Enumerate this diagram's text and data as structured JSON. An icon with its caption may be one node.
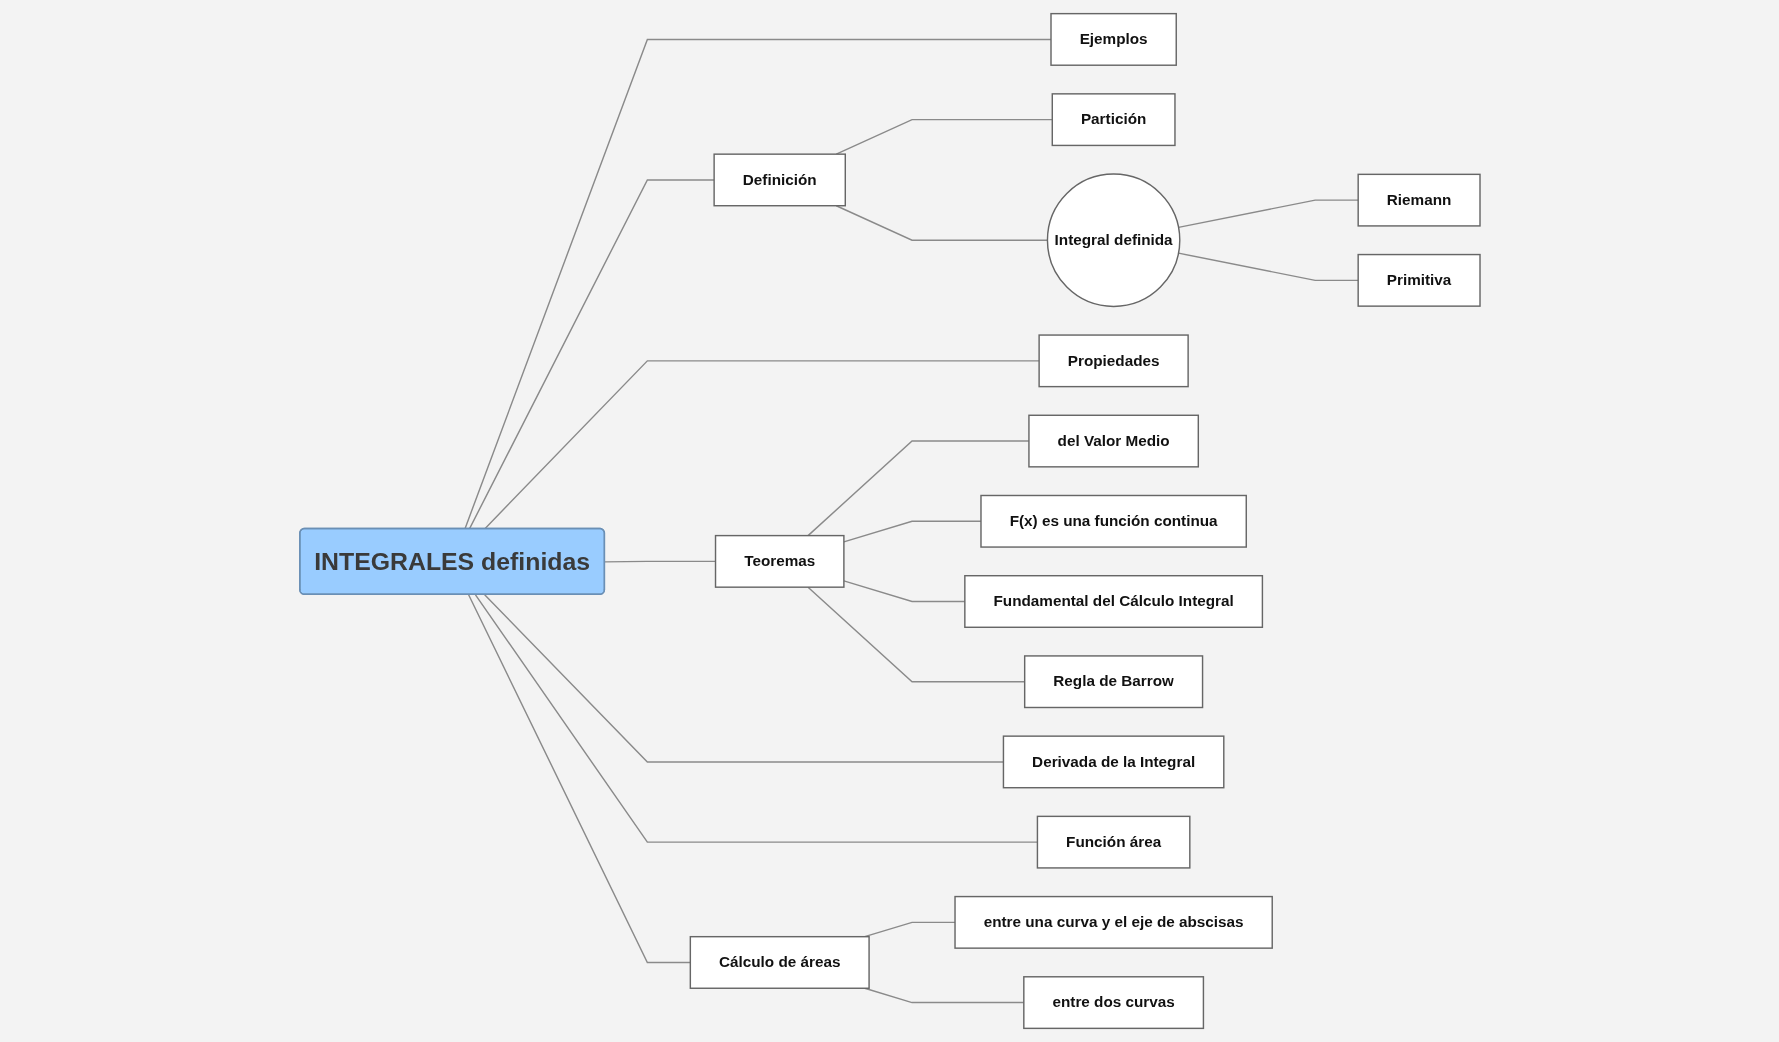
{
  "diagram": {
    "nodes": [
      {
        "text": [
          "INTEGRALES definidas"
        ]
      },
      {
        "text": [
          "Ejemplos"
        ]
      },
      {
        "text": [
          "Definición"
        ]
      },
      {
        "text": [
          "Partición"
        ]
      },
      {
        "text": [
          "Integral definida"
        ]
      },
      {
        "text": [
          "Riemann"
        ]
      },
      {
        "text": [
          "Primitiva"
        ]
      },
      {
        "text": [
          "Propiedades"
        ]
      },
      {
        "text": [
          "Teoremas"
        ]
      },
      {
        "text": [
          "del Valor Medio"
        ]
      },
      {
        "text": [
          "F(x) es una función continua"
        ]
      },
      {
        "text": [
          "Fundamental del Cálculo Integral"
        ]
      },
      {
        "text": [
          "Regla de Barrow"
        ]
      },
      {
        "text": [
          "Derivada de la Integral"
        ]
      },
      {
        "text": [
          "Función área"
        ]
      },
      {
        "text": [
          "Cálculo de áreas"
        ]
      },
      {
        "text": [
          "entre una curva y el eje de abscisas"
        ]
      },
      {
        "text": [
          "entre dos curvas"
        ]
      }
    ],
    "edges": [
      {
        "from": 0,
        "to": 1,
        "arrow": "none"
      },
      {
        "from": 0,
        "to": 2,
        "arrow": "none"
      },
      {
        "from": 2,
        "to": 3,
        "arrow": "none"
      },
      {
        "from": 2,
        "to": 4,
        "arrow": "none"
      },
      {
        "from": 4,
        "to": 5,
        "arrow": "none"
      },
      {
        "from": 4,
        "to": 6,
        "arrow": "none"
      },
      {
        "from": 0,
        "to": 7,
        "arrow": "none"
      },
      {
        "from": 0,
        "to": 8,
        "arrow": "none"
      },
      {
        "from": 8,
        "to": 9,
        "arrow": "none"
      },
      {
        "from": 8,
        "to": 10,
        "arrow": "none"
      },
      {
        "from": 8,
        "to": 11,
        "arrow": "none"
      },
      {
        "from": 8,
        "to": 12,
        "arrow": "none"
      },
      {
        "from": 0,
        "to": 13,
        "arrow": "none"
      },
      {
        "from": 0,
        "to": 14,
        "arrow": "none"
      },
      {
        "from": 0,
        "to": 15,
        "arrow": "none"
      },
      {
        "from": 15,
        "to": 16,
        "arrow": "none"
      },
      {
        "from": 15,
        "to": 17,
        "arrow": "none"
      }
    ]
  }
}
